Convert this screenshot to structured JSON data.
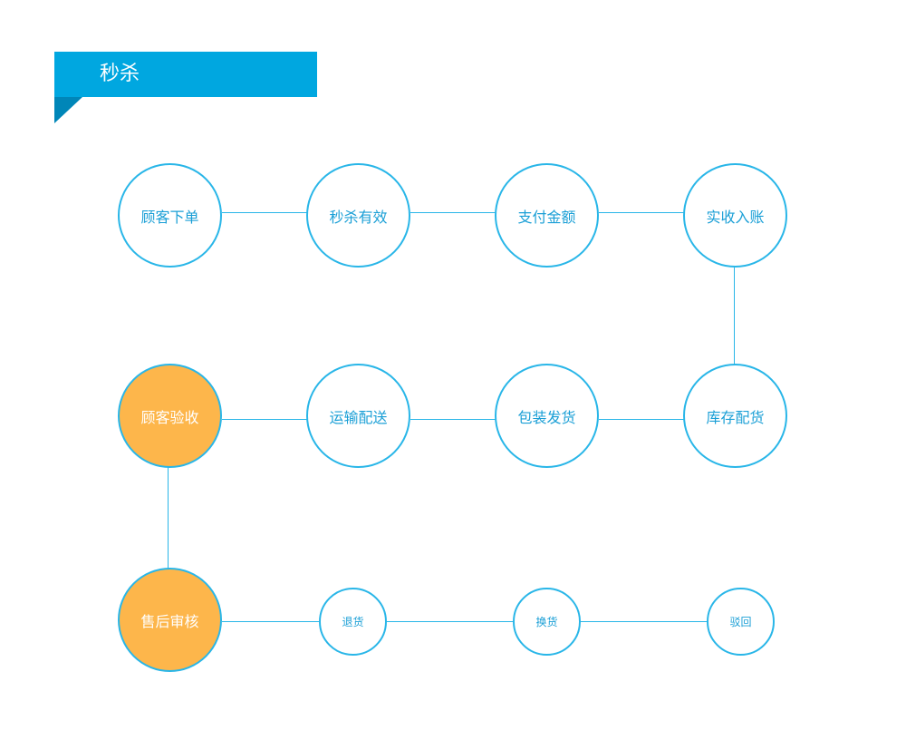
{
  "title": "秒杀",
  "colors": {
    "ribbon": "#00a7e0",
    "ribbon_fold": "#0086b8",
    "line": "#29b6e8",
    "text": "#1a9fd6",
    "highlight": "#fdb64b"
  },
  "flow": {
    "row1": [
      "顾客下单",
      "秒杀有效",
      "支付金额",
      "实收入账"
    ],
    "row2": [
      "顾客验收",
      "运输配送",
      "包装发货",
      "库存配货"
    ],
    "row3": [
      "售后审核",
      "退货",
      "换货",
      "驳回"
    ]
  },
  "highlighted_steps": [
    "顾客验收",
    "售后审核"
  ]
}
